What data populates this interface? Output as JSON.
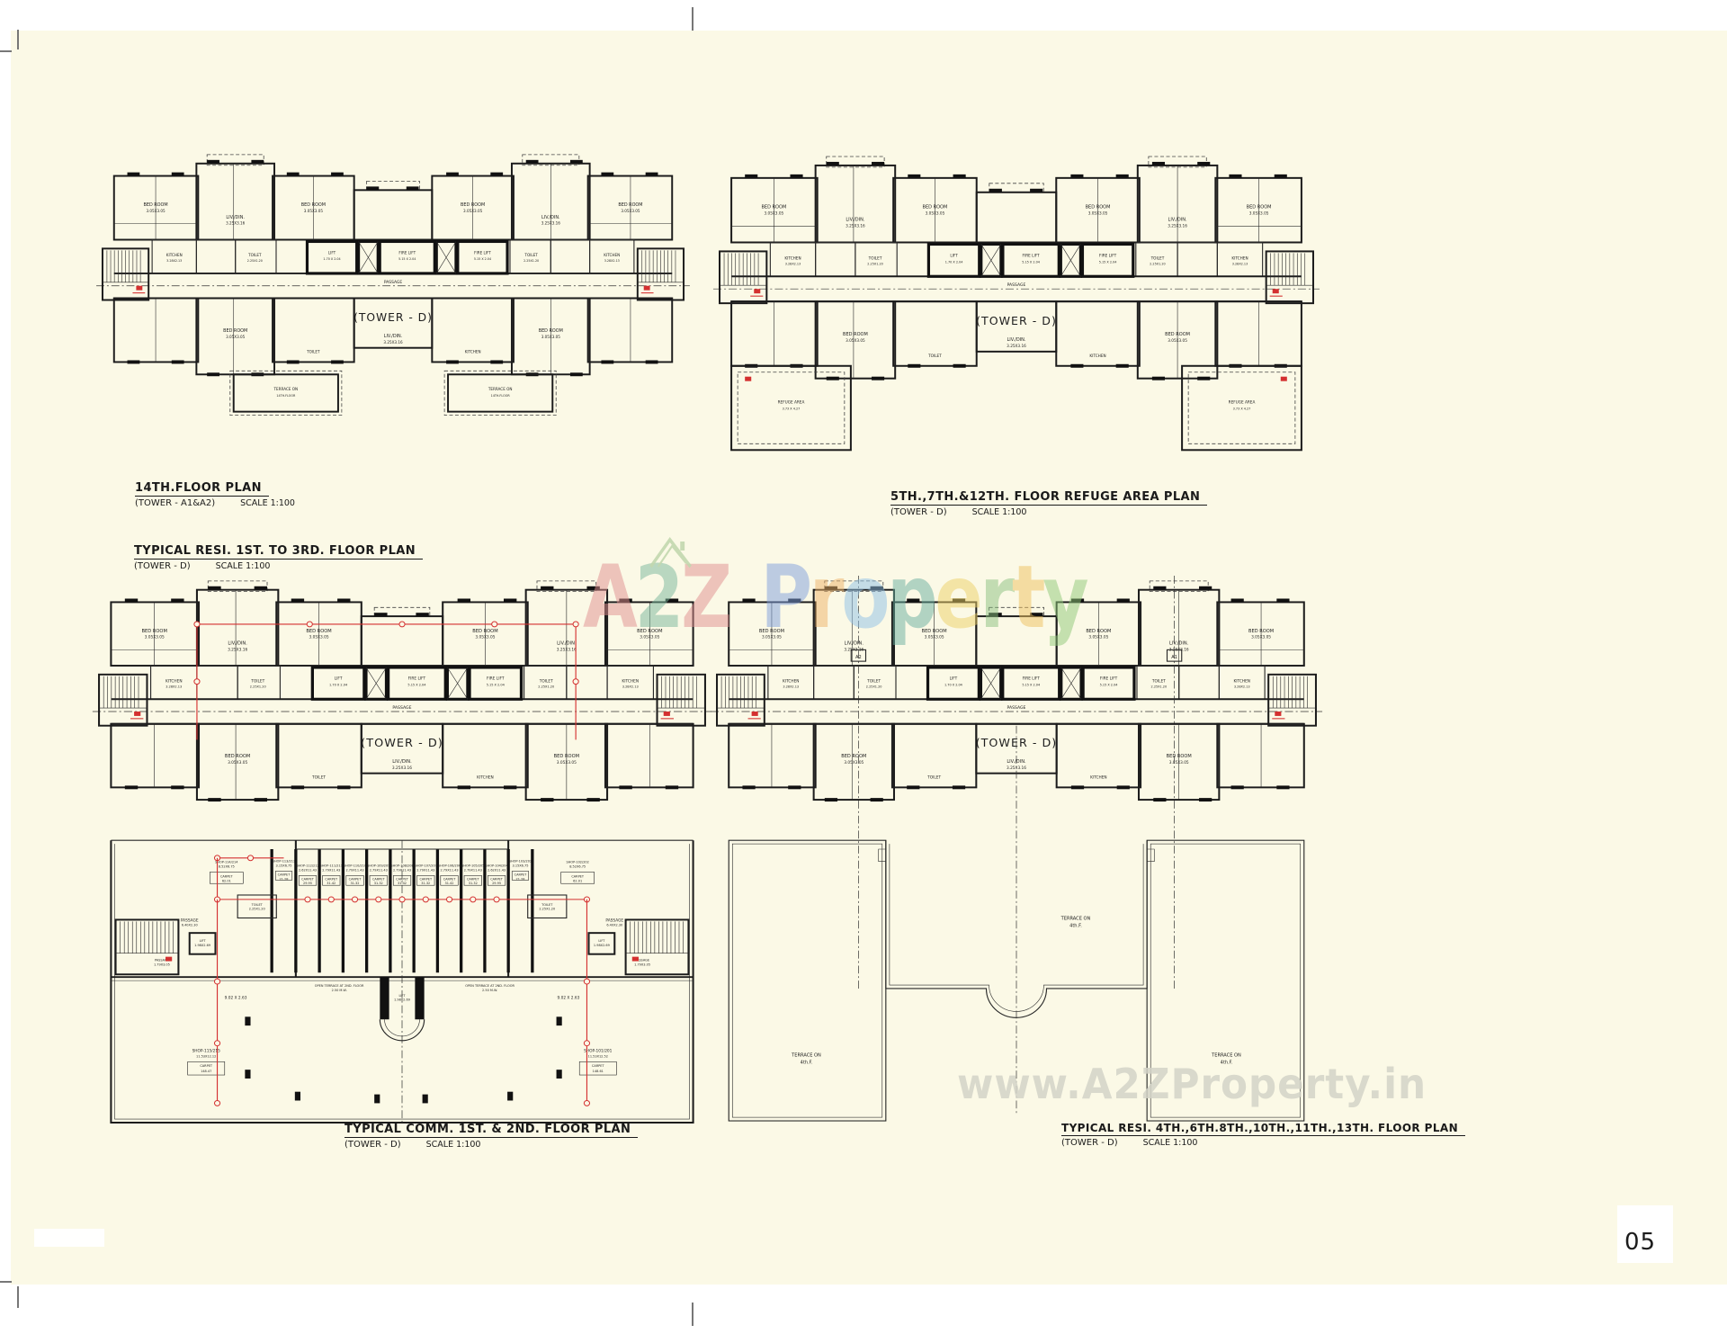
{
  "page_number": "05",
  "tower_center": "(TOWER - D)",
  "titles": {
    "plan_a": {
      "title": "14TH.FLOOR PLAN",
      "tower": "(TOWER - A1&A2)",
      "scale": "SCALE 1:100"
    },
    "plan_b": {
      "title": "5TH.,7TH.&12TH. FLOOR REFUGE AREA PLAN",
      "tower": "(TOWER - D)",
      "scale": "SCALE 1:100"
    },
    "plan_c_resi": {
      "title": "TYPICAL RESI. 1ST. TO 3RD. FLOOR PLAN",
      "tower": "(TOWER - D)",
      "scale": "SCALE 1:100"
    },
    "plan_c_comm": {
      "title": "TYPICAL COMM. 1ST. & 2ND. FLOOR PLAN",
      "tower": "(TOWER - D)",
      "scale": "SCALE 1:100"
    },
    "plan_d": {
      "title": "TYPICAL RESI. 4TH.,6TH.8TH.,10TH.,11TH.,13TH. FLOOR PLAN",
      "tower": "(TOWER - D)",
      "scale": "SCALE 1:100"
    }
  },
  "rooms": {
    "bed": "BED ROOM",
    "bed_dim": "3.05X3.05",
    "liv": "LIV./DIN.",
    "liv_dim": "3.25X3.16",
    "kitchen": "KITCHEN",
    "kitchen_dim": "3.28X2.13",
    "toilet": "TOILET",
    "toilet_dim": "2.25X1.20",
    "passage": "PASSAGE",
    "lift": "LIFT",
    "lift_dim": "1.98X2.69",
    "lift_core_dim": "1.70 X 2.04",
    "fire_lift": "FIRE LIFT",
    "fire_lift_dim": "5.15 X 2.04",
    "terrace_on": "TERRACE ON",
    "floor_14": "14TH.FLOOR",
    "floor_4": "4th.F.",
    "refuge": "REFUGE AREA",
    "refuge_dim": "3.73 X 4.27",
    "open_terrace": "OPEN TERRACE AT 2ND. FLOOR",
    "open_terrace_w": "2.50 M.W.",
    "dim_902": "9.02 X 2.63",
    "passage_640_dim": "6.40X2.30",
    "passage_179_dim": "1.79X3.05"
  },
  "shops": {
    "carpet": "CARPET",
    "s114": "SHOP-114/214",
    "s114_dim": "8.52X6.75",
    "s114_carpet": "62.01",
    "s113": "SHOP-113/213",
    "s113_dim": "3.15X6.75",
    "s113_carpet": "21.28",
    "s103": "SHOP-103/203",
    "s103_dim": "3.15X6.75",
    "s103_carpet": "21.28",
    "s102": "SHOP-102/202",
    "s102_dim": "8.52X6.75",
    "s102_carpet": "62.01",
    "s115": "SHOP-115/215",
    "s115_dim": "11.53X12.12",
    "s115_carpet": "148.47",
    "s101": "SHOP-101/201",
    "s101_dim": "11.53X12.52",
    "s101_carpet": "148.61",
    "strip": [
      {
        "name": "SHOP-112/212",
        "dim": "2.62X11.43",
        "carpet": "29.95"
      },
      {
        "name": "SHOP-111/211",
        "dim": "2.79X11.43",
        "carpet": "31.42"
      },
      {
        "name": "SHOP-110/210",
        "dim": "2.79X11.43",
        "carpet": "31.32"
      },
      {
        "name": "SHOP-109/209",
        "dim": "2.79X11.43",
        "carpet": "31.32"
      },
      {
        "name": "SHOP-108/208",
        "dim": "2.79X11.43",
        "carpet": "31.42"
      },
      {
        "name": "SHOP-107/207",
        "dim": "2.79X11.43",
        "carpet": "31.32"
      },
      {
        "name": "SHOP-106/206",
        "dim": "2.79X11.43",
        "carpet": "31.42"
      },
      {
        "name": "SHOP-105/205",
        "dim": "2.79X11.43",
        "carpet": "31.32"
      },
      {
        "name": "SHOP-104/204",
        "dim": "2.62X11.43",
        "carpet": "29.95"
      }
    ]
  },
  "markers": {
    "a1": "A1",
    "a2": "A2"
  },
  "watermarks": {
    "center_text": "A2Z Property",
    "center_letters": [
      [
        "A",
        "#e08f8f"
      ],
      [
        "2",
        "#79b79b"
      ],
      [
        "Z",
        "#e08f8f"
      ],
      [
        " ",
        ""
      ],
      [
        "P",
        "#7e9edd"
      ],
      [
        "r",
        "#eeb268"
      ],
      [
        "o",
        "#8fc0e6"
      ],
      [
        "p",
        "#69af9f"
      ],
      [
        "e",
        "#edd066"
      ],
      [
        "r",
        "#8ac07f"
      ],
      [
        "t",
        "#eec05e"
      ],
      [
        "y",
        "#8fc878"
      ]
    ],
    "bottom_text": "www.A2ZProperty.in"
  },
  "colors": {
    "sheet": "#fbf9e6",
    "line": "#262626",
    "red": "#d43030",
    "watermark_gray": "#d4d4c8"
  }
}
